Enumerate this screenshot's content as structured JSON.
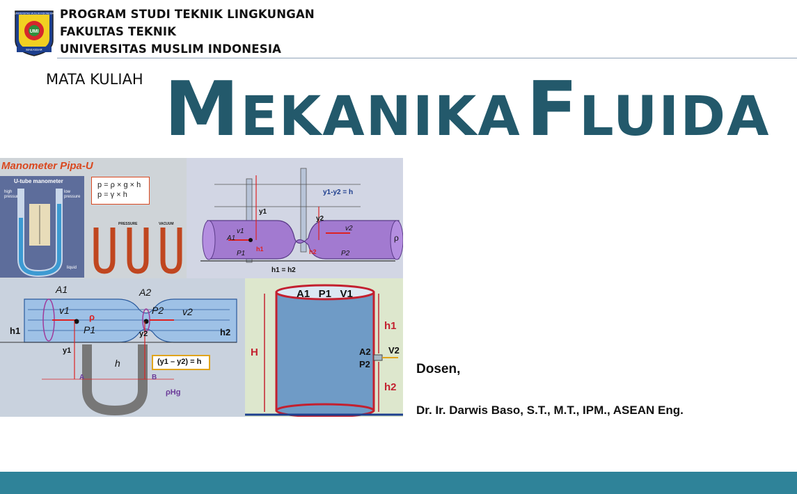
{
  "header": {
    "logo_text_top": "UNIVERSITAS MUSLIM INDONESIA",
    "logo_text_center": "UMI",
    "logo_text_bottom": "MAKASSAR",
    "line1": "PROGRAM STUDI TEKNIK LINGKUNGAN",
    "line2": "FAKULTAS TEKNIK",
    "line3": "UNIVERSITAS MUSLIM INDONESIA"
  },
  "course": {
    "label": "MATA KULIAH",
    "title_w1_initial": "M",
    "title_w1_rest": "EKANIKA",
    "title_w2_initial": "F",
    "title_w2_rest": "LUIDA"
  },
  "figures": {
    "manometer": {
      "title": "Manometer Pipa-U",
      "utube_label": "U-tube manometer",
      "high_pressure": "high pressure",
      "low_pressure": "low pressure",
      "liquid": "liquid",
      "eq1": "p = ρ × g × h",
      "eq2": "p = γ × h",
      "pressure": "PRESSURE",
      "vacuum": "VACUUM"
    },
    "venturi_top": {
      "y1": "y1",
      "y2": "y2",
      "dy": "y1-y2 = h",
      "h1": "h1",
      "h2": "h2",
      "eq": "h1 = h2",
      "rho": "ρ",
      "v1": "v1",
      "v2": "v2",
      "A1": "A1",
      "P1": "P1",
      "P2": "P2"
    },
    "venturi_bottom": {
      "A1": "A1",
      "A2": "A2",
      "v1": "v1",
      "v2": "v2",
      "P1": "P1",
      "P2": "P2",
      "rho": "ρ",
      "h1": "h1",
      "h2": "h2",
      "y1": "y1",
      "y2": "y2",
      "h": "h",
      "eq": "(y1 – y2) = h",
      "A": "A",
      "B": "B",
      "rhoHg": "ρHg"
    },
    "tank": {
      "top": "A1   P1   V1",
      "H": "H",
      "h1": "h1",
      "h2": "h2",
      "A2": "A2",
      "P2": "P2",
      "V2": "V2"
    }
  },
  "lecturer": {
    "label": "Dosen,",
    "name": "Dr. Ir. Darwis Baso, S.T., M.T., IPM., ASEAN Eng."
  },
  "colors": {
    "title": "#23596b",
    "footer": "#2f8399",
    "manometer_title": "#d9481f"
  }
}
